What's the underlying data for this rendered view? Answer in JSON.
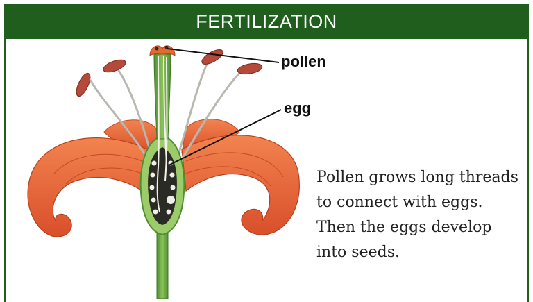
{
  "header": {
    "title": "FERTILIZATION"
  },
  "labels": {
    "pollen": "pollen",
    "egg": "egg"
  },
  "caption": {
    "text": "Pollen grows long threads to connect with eggs. Then the eggs develop into seeds."
  },
  "colors": {
    "header_bg": "#1f5e1c",
    "petal": "#e8653a",
    "petal_dark": "#c24a25",
    "stem": "#5e9e3a",
    "ovary_inner": "#2b2b26",
    "anther": "#b54a3a"
  }
}
